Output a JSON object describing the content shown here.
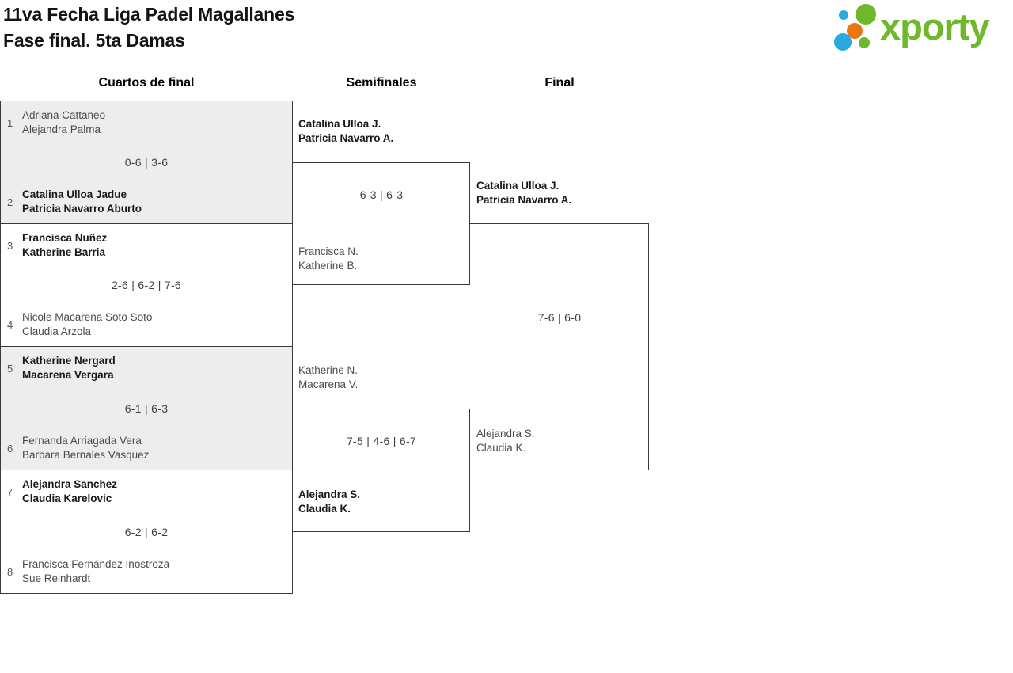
{
  "title": {
    "line1": "11va Fecha Liga Padel Magallanes",
    "line2": "Fase final. 5ta Damas"
  },
  "logo": {
    "brand": "xporty"
  },
  "theme": {
    "brand-green": "#6fb82c",
    "brand-blue": "#29abe2",
    "brand-orange": "#e87613"
  },
  "rounds": [
    {
      "label": "Cuartos de final"
    },
    {
      "label": "Semifinales"
    },
    {
      "label": "Final"
    }
  ],
  "quarterfinals": [
    {
      "score": "0-6 | 3-6",
      "team1": {
        "seed": "1",
        "players": [
          "Adriana Cattaneo",
          "Alejandra Palma"
        ],
        "result": "loser"
      },
      "team2": {
        "seed": "2",
        "players": [
          "Catalina Ulloa Jadue",
          "Patricia Navarro Aburto"
        ],
        "result": "winner"
      }
    },
    {
      "score": "2-6 | 6-2 | 7-6",
      "team1": {
        "seed": "3",
        "players": [
          "Francisca Nuñez",
          "Katherine Barria"
        ],
        "result": "winner"
      },
      "team2": {
        "seed": "4",
        "players": [
          "Nicole Macarena Soto Soto",
          "Claudia Arzola"
        ],
        "result": "loser"
      }
    },
    {
      "score": "6-1 | 6-3",
      "team1": {
        "seed": "5",
        "players": [
          "Katherine Nergard",
          "Macarena Vergara"
        ],
        "result": "winner"
      },
      "team2": {
        "seed": "6",
        "players": [
          "Fernanda Arriagada Vera",
          "Barbara Bernales Vasquez"
        ],
        "result": "loser"
      }
    },
    {
      "score": "6-2 | 6-2",
      "team1": {
        "seed": "7",
        "players": [
          "Alejandra Sanchez",
          "Claudia Karelovic"
        ],
        "result": "winner"
      },
      "team2": {
        "seed": "8",
        "players": [
          "Francisca Fernández Inostroza",
          "Sue Reinhardt"
        ],
        "result": "loser"
      }
    }
  ],
  "semifinals": [
    {
      "score": "6-3 | 6-3",
      "team1": {
        "players": [
          "Catalina Ulloa J.",
          "Patricia Navarro A."
        ],
        "result": "winner"
      },
      "team2": {
        "players": [
          "Francisca N.",
          "Katherine B."
        ],
        "result": "loser"
      }
    },
    {
      "score": "7-5 | 4-6 | 6-7",
      "team1": {
        "players": [
          "Katherine N.",
          "Macarena V."
        ],
        "result": "loser"
      },
      "team2": {
        "players": [
          "Alejandra S.",
          "Claudia K."
        ],
        "result": "winner"
      }
    }
  ],
  "final": {
    "score": "7-6 | 6-0",
    "team1": {
      "players": [
        "Catalina Ulloa J.",
        "Patricia Navarro A."
      ],
      "result": "winner"
    },
    "team2": {
      "players": [
        "Alejandra S.",
        "Claudia K."
      ],
      "result": "loser"
    }
  }
}
